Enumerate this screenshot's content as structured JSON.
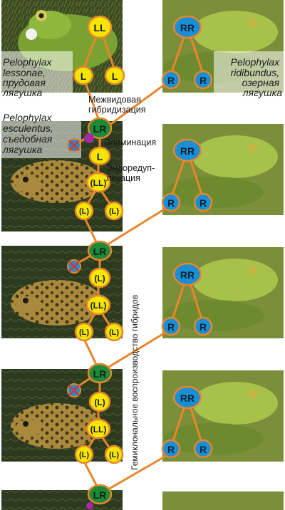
{
  "labels": {
    "lessonae": [
      "Pelophylax",
      "lessonae,",
      "прудовая",
      "лягушка"
    ],
    "ridibundus": [
      "Pelophylax",
      "ridibundus,",
      "озерная",
      "лягушка"
    ],
    "esculentus": [
      "Pelophylax",
      "esculentus,",
      "съедобная",
      "лягушка"
    ],
    "hybridization": [
      "Межвидовая",
      "гибридизация"
    ],
    "elimination": "Элиминация",
    "endoreduplication": [
      "Эндоредуп-",
      "ликация"
    ],
    "hemiclonal": "Гемиклональное воспроизводство гибридов"
  },
  "genotypes": {
    "LL": "LL",
    "L": "L",
    "L_paren": "(L)",
    "LL_paren": "(LL)",
    "RR": "RR",
    "R": "R",
    "LR": "LR"
  },
  "colors": {
    "yellow": "#f4e600",
    "blue": "#1b8fd6",
    "green": "#1f8a3a",
    "orange": "#e8862b",
    "red": "#d8362b",
    "magenta": "#a52aa5",
    "frog_green": "#8fae3a",
    "frog_brown": "#6b5a2a"
  },
  "icons": [
    "elimination-cross-icon",
    "elimination-dot-icon"
  ]
}
